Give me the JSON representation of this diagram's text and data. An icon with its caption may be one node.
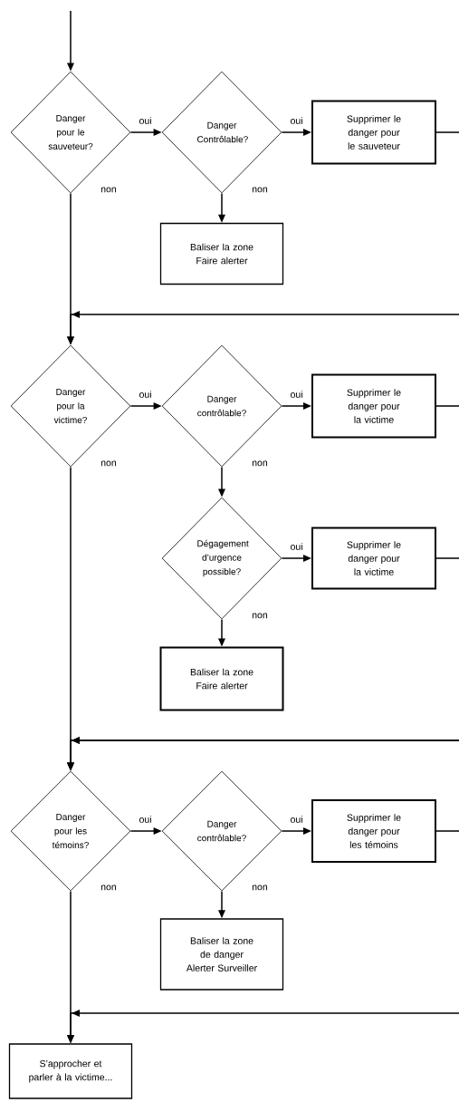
{
  "diagram": {
    "nodes": [
      {
        "text": [
          "Danger pour le sauveteur?"
        ]
      },
      {
        "text": [
          "Danger Contrôlable?"
        ]
      },
      {
        "text": [
          "Supprimer le danger pour le sauveteur"
        ]
      },
      {
        "text": [
          "Baliser la zone Faire alerter"
        ]
      },
      {
        "text": [
          "Danger pour la victime?"
        ]
      },
      {
        "text": [
          "Danger contrôlable?"
        ]
      },
      {
        "text": [
          "Supprimer le danger pour la victime"
        ]
      },
      {
        "text": [
          "Dégagement d’urgence possible?"
        ]
      },
      {
        "text": [
          "Supprimer le danger pour la victime"
        ]
      },
      {
        "text": [
          "Baliser la zone Faire alerter"
        ]
      },
      {
        "text": [
          "Danger pour les témoins?"
        ]
      },
      {
        "text": [
          "Danger contrôlable?"
        ]
      },
      {
        "text": [
          "Supprimer le danger pour les témoins"
        ]
      },
      {
        "text": [
          "Baliser la zone de danger Alerter Surveiller"
        ]
      },
      {
        "text": [
          "S’approcher et parler à la victime..."
        ]
      }
    ],
    "edges": [
      {
        "from": null,
        "to": 0,
        "arrow": "to"
      },
      {
        "from": 0,
        "to": 1,
        "arrow": "to",
        "label": "oui"
      },
      {
        "from": 1,
        "to": 2,
        "arrow": "to",
        "label": "oui"
      },
      {
        "from": 1,
        "to": 3,
        "arrow": "to",
        "label": "non"
      },
      {
        "from": 0,
        "to": 4,
        "arrow": "to",
        "label": "non"
      },
      {
        "from": 2,
        "to": 4,
        "arrow": "to"
      },
      {
        "from": 4,
        "to": 5,
        "arrow": "to",
        "label": "oui"
      },
      {
        "from": 5,
        "to": 6,
        "arrow": "to",
        "label": "oui"
      },
      {
        "from": 5,
        "to": 7,
        "arrow": "to",
        "label": "non"
      },
      {
        "from": 7,
        "to": 8,
        "arrow": "to",
        "label": "oui"
      },
      {
        "from": 7,
        "to": 9,
        "arrow": "to",
        "label": "non"
      },
      {
        "from": 4,
        "to": 10,
        "arrow": "to",
        "label": "non"
      },
      {
        "from": 6,
        "to": 10,
        "arrow": "to"
      },
      {
        "from": 8,
        "to": 10,
        "arrow": "to"
      },
      {
        "from": 10,
        "to": 11,
        "arrow": "to",
        "label": "oui"
      },
      {
        "from": 11,
        "to": 12,
        "arrow": "to",
        "label": "oui"
      },
      {
        "from": 11,
        "to": 13,
        "arrow": "to",
        "label": "non"
      },
      {
        "from": 10,
        "to": 14,
        "arrow": "to",
        "label": "non"
      },
      {
        "from": 12,
        "to": 14,
        "arrow": "to"
      }
    ]
  }
}
